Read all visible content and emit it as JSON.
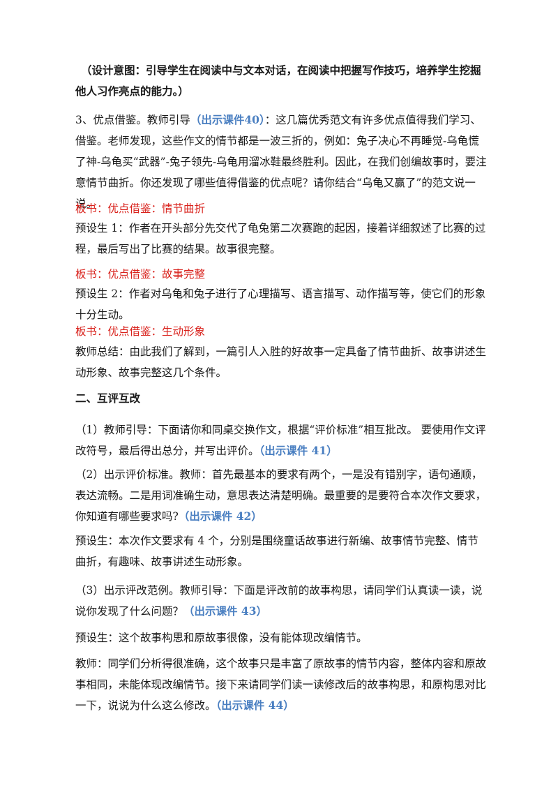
{
  "p_design": {
    "label": "（设计意图：",
    "text": "引导学生在阅读中与文本对话，在阅读中把握写作技巧，培养学生挖掘他人习作亮点的能力。）"
  },
  "p3": {
    "a": "3、优点借鉴。教师引导",
    "ref": "（出示课件40）",
    "b": "：这几篇优秀范文有许多优点值得我们学习、借鉴。老师发现，这些作文的情节都是一波三折的，例如：兔子决心不再睡觉-乌龟慌了神-乌龟买“武器”-兔子领先-乌龟用溜冰鞋最终胜利。因此，在我们创编故事时，要注意情节曲折。你还发现了哪些值得借鉴的优点呢？请你结合“乌龟又赢了”的范文说一说。"
  },
  "board1": "板书：优点借鉴：情节曲折",
  "pre1": "预设生 1：作者在开头部分先交代了龟兔第二次赛跑的起因，接着详细叙述了比赛的过程，最后写出了比赛的结果。故事很完整。",
  "board2": "板书：优点借鉴：故事完整",
  "pre2": "预设生 2：作者对乌龟和兔子进行了心理描写、语言描写、动作描写等，使它们的形象十分生动。",
  "board3": "板书：优点借鉴：生动形象",
  "summary": "教师总结：由此我们了解到，一篇引人入胜的好故事一定具备了情节曲折、故事讲述生动形象、故事完整这几个条件。",
  "heading2": "二、互评互改",
  "s1": {
    "text": "（1）教师引导：下面请你和同桌交换作文，根据“评价标准”相互批改。 要使用作文评改符号，最后得出总分，并写出评价。",
    "ref": "（出示课件 41）"
  },
  "s2": {
    "text": "（2）出示评价标准。教师：首先最基本的要求有两个，一是没有错别字，语句通顺，表达流畅。二是用词准确生动，意思表达清楚明确。最重要的是要符合本次作文要求，你知道有哪些要求吗?",
    "ref": "（出示课件 42）"
  },
  "pre3": "预设生：本次作文要求有 4 个，分别是围绕童话故事进行新编、故事情节完整、情节曲折，有趣味、故事讲述生动形象。",
  "s3": {
    "text": "（3）出示评改范例。教师引导：下面是评改前的故事构思，请同学们认真读一读，说说你发现了什么问题？",
    "ref": "（出示课件 43）"
  },
  "pre4": "预设生：这个故事构思和原故事很像，没有能体现改编情节。",
  "teacher": {
    "text": "教师：同学们分析得很准确，这个故事只是丰富了原故事的情节内容，整体内容和原故事相同，未能体现改编情节。接下来请同学们读一读修改后的故事构思，和原构思对比一下，说说为什么这么修改。",
    "ref": "（出示课件 44）"
  }
}
